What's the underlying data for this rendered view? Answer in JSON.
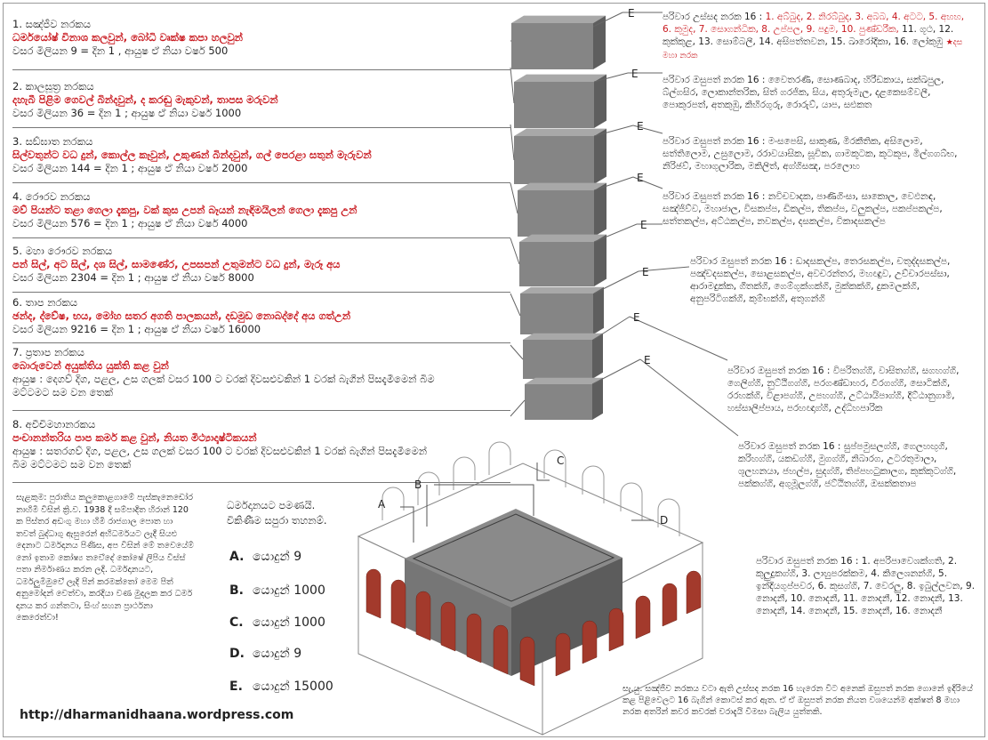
{
  "levels": [
    {
      "title": "1. සඤ්ජීව නරකය",
      "red": "ධර්මයෝෂ් විනාශ කලවුන්, බෝධි වෘක්ෂ කපා හලවුන්",
      "detail": "වසර මිලියන 9 = දින 1 , ආයුෂ ඒ නියා වර්ෂ 500"
    },
    {
      "title": "2. කාලසූත්‍ර නරකය",
      "red": "දහැබී පිළිම ගෙවල් බින්දවුන්, ද කරඬු මැකුවන්, තාපස මරුවන්",
      "detail": "වසර මිලියන 36 = දින 1 ; ආයුෂ ඒ නියා වර්ෂ 1000"
    },
    {
      "title": "3. සඞ්ඝාත නරකය",
      "red": "සිල්වතුන්ට වධ දුන්, කොල්ල කෑවුන්, උකුණන් බින්දවුන්, ගල් පෙරළා සතුන් මැරුවන්",
      "detail": "වසර මිලියන 144 = දින 1 ; ආයුෂ ඒ නියා වර්ෂ 2000"
    },
    {
      "title": "4. රෞරව නරකය",
      "red": "මව් පියන්ට තළා ගෙලා දැකපු, වක් කුස උපන් බෑයන් නැඳිමයිලන් ගෙලා දැකපු උන්",
      "detail": "වසර මිලියන 576 = දින 1 ; ආයුෂ ඒ නියා වර්ෂ 4000"
    },
    {
      "title": "5. මහා රෞරව නරකය",
      "red": "පන් සිල්, අට සිල්, දශ සිල්, සාමණේර, උපසපන් උතුමන්ට වධ දුන්, මැරූ අය",
      "detail": "වසර මිලියන 2304 = දින 1 ; ආයුෂ ඒ නියා වර්ෂ 8000"
    },
    {
      "title": "6. තාප නරකය",
      "red": "ඡන්ද, ද්වේෂ, භය, මෝහ සතර අගති පාලකයන්, දඩමුඩ නොබද්දේ අය ගත්උන්",
      "detail": "වසර මිලියන 9216 = දින 1 ; ආයුෂ ඒ නියා වර්ෂ 16000"
    },
    {
      "title": "7. ප්‍රතාප නරකය",
      "red": "බොරුවෙන් අයුක්තිය යුක්ති කළ වුන්",
      "detail": "ආයුෂ : දෙගව් දිග, පළල, උස ගලක් වසර 100 ට වරක් දිවසළුවකින් 1 වරක් බැගින් පිසදැමීමෙන් බිම මට්ටමට සම වන තෙක්"
    },
    {
      "title": "8. අවීචිමහානරකය",
      "red": "පංචානන්තරිය පාප කර්ම කළ වුන්, නියත මිථ්‍යාදෘෂ්ටිකයන්",
      "detail": "ආයුෂ : සතරගව් දිග, පළල, උස ගලක් වසර 100 ට වරක් දිවසළුවකින් 1 වරක් බැගින් පිසදැමීමෙන් බිම මට්ටමට සම වන තෙක්"
    }
  ],
  "sub_hells": [
    {
      "lead": "පරිවාර උස්සද නරක 16 : ",
      "red": "1. අබ්බුද, 2. නිරබ්බුද, 3. අබබ, 4. අටට, 5. අහහ, 6. කුමුද, 7. සොගන්ධික, 8. උප්පල, 9. පදුම, 10. පුණ්ඩරීක,",
      "rest": " 11. ගූථ, 12. කුක්කුළ, 13. සොම්බලී, 14. අසිපත්තවන, 15. ඛාරෝදිකා, 16. ලෝකුඹු",
      "star": "★දස මහා නරක"
    },
    {
      "lead": "පරිවාර ඔසුපත් නරක 16 : ",
      "red": "",
      "rest": "වෛතරණී, සොණබාද, හිරීඩකාය, සක්ඛපුල, බ්ල්ගසිර, ලොකාන්තරික, සිත් ගරජික, සිය, අතුරුමැල, දළකෙසම්වලී, පොකුරපත්, අතකුඹු, කිහිරගුරු, රොරුව්, යාප, සළුකත",
      "star": ""
    },
    {
      "lead": "පරිවාර ඔසුපත් නරක 16 : ",
      "red": "",
      "rest": "මංසපෙසි, සාකුණ, මිරකීතික, අසිලොම, සත්තිලොම, උසුලොම, රරාවයාසික, සූචික, ගාමකූටක, කූටකූප, මිල්ගගබ්භ, නිරිඡව්, මහාගුලාරික, මකිලිත්, අග්ගිසඤ, පරලොහ",
      "star": ""
    },
    {
      "lead": "පරිවාර ඔසුපත් නරක 16 : ",
      "red": "",
      "rest": "නවිචවාදක, පාණිගිංසා, සාකොල, වෙඵනඳ, සඤ්ජිව්ව, මහාජාල, විසකප්ප, ඩිකල්ප, තිකප්ප, වලුකල්ප, පකප්පකල්ප, සත්තකල්ප, අට්ඨකල්ප, නවකල්ප, දසකල්ප, විකාදසකල්ප",
      "star": ""
    },
    {
      "lead": "පරිවාර ඔසුපත් නරක 16 : ",
      "red": "",
      "rest": "ඩාදසකල්ප, තෙරසකල්ප, චතුද්දසකල්ප, පඤ්චදසකල්ප, සොළසකල්ප, අවචරන්තර, මහඥුව, උච්චාරපස්සා, ආරාමදුක්ක, ගීතක්ගි, ගෙම්ගුක්ගක්ගි, මුක්කක්ගි, දුකමලක්ගි, අනුපරිටිගක්ගි, කුම්භක්ගි, අතුගන්ගි",
      "star": ""
    },
    {
      "lead": "පරිවාර ඔසුපත් නරක 16 : ",
      "red": "",
      "rest": "විපරිතග්ගි, වාසිතග්ගි, සගහග්ගි, ගෙලිග්ගි, නුට්ඨිගග්ගි, පරගණ්ඩාහර, වීරගග්ගි, සොටික්ගි, රරහක්ගි, විළාපග්ගි, උපහග්ගි, උට්ඨායිපාග්ගි, දිට්ඨානුගාමි, හස්සාලිප්පාය, පරහඥාග්ගි, උද්ධිහපාරික",
      "star": ""
    },
    {
      "lead": "පරිවාර ඔසුපත් නරක 16 : ",
      "red": "",
      "rest": "සුප්පමුසලග්ගි, ගෙලහඟුගි, කරිහග්ගි, යකඩග්ගි, මුගග්ගි, නිබාරග, උටරතුමාලා, ශූලහනයා, ජහල්ප, සුදග්ගි, තිප්පහටුකාලග, කුක්කුටග්ගි, පක්කග්ගි, අගුමූලග්ගි, ජට්ඨිතග්ගි, ඔසක්කතාප",
      "star": ""
    },
    {
      "lead": "පරිවාර ඔසුපත් නරක 16 : ",
      "red": "",
      "rest": "1. අපරිපාවෙශක්ගති, 2. කුලුදුකග්ගි, 3. ලාහුපරක්කම, 4. කිලෙශනන්ගි, 5. ඉන්දියගුප්පවර, 6. කුසග්ගි, 7. වෙරලු, 8. ඉබුල්ලවන, 9. නොදනී, 10. නොදනී, 11. නොදනී, 12. නොදනී, 13. නොදනී, 14. නොදනී, 15. නොදනී, 16. නොදනී",
      "star": ""
    }
  ],
  "side_note": "සැළකුම: පුරාතිය කලුකොළගාමේ පැස්කැනෙඩෝර නාහිමි විසින් ක්‍රි.ව. 1938 දී සම්පාදිත හිරාන් 120 ක පිස්තර අඩංගු මහා හිමි රාජගාල පොත හා තව‌ත් බුද්ධාගු ඇසුරෙන් අභිධර්මයට ලැදී සියළු දෙනාට ධර්මදානය පිණිස, අප විසින් මේ තව‌ෙයේම් නෝ ඉතාම කෝෂ්‍ය තව‌ේදේ කෝෂ‌ේ ලිපිය විස්ස‌් පත‌ා නිර්මාණය කරන ලදි. ධර්මදානයට, ධර්මලුමිමුව‌ේ ලැදි පින් කරමක්ත‌ෝ මෙම පිත් අනුමෝදන් වෙත්වා, කරදියා වණ මුදලක කර ධර්ම දානය කර ගන්තටා, සිංහ‌් සහන ප්‍රාර්ථනා කෙරෙත්වා!",
  "question": {
    "line1": "ධර්මදානයට පමණයි.",
    "line2": "විකිණීම සපුරා තහනම්."
  },
  "options": [
    {
      "letter": "A.",
      "text": "යොදුන් 9"
    },
    {
      "letter": "B.",
      "text": "යොදුන් 1000"
    },
    {
      "letter": "C.",
      "text": "යොදුන් 1000"
    },
    {
      "letter": "D.",
      "text": "යොදුන් 9"
    },
    {
      "letter": "E.",
      "text": "යොදුන් 15000"
    }
  ],
  "footnote": "සැ.යු. සඤ්ජීව නරකය වටා ඇති උස්සද නරක 16 හැරෙන විට අනෙක් ඔසුපත් නරක ගොනේ ඉදිරියේ කළ පිළිවෙලට 16 බැගින් කොටස් කර ඇත. ඒ ඒ ඔසුපත් නරක නියත වශයෙන්ම අක්ෂත් 8 මහා නරක අතරින් කවර කවරක් වරාදැයි විමසා බැලිය යුත්තකි.",
  "url": "http://dharmanidhaana.wordpress.com",
  "labels": {
    "e": "E",
    "a": "A",
    "b": "B",
    "c": "C",
    "d": "D"
  },
  "colors": {
    "red": "#c8181e",
    "cube_top": "#a8a8a8",
    "cube_front": "#858585",
    "cube_side": "#5e5e5e",
    "pillar": "#a33a2c"
  }
}
